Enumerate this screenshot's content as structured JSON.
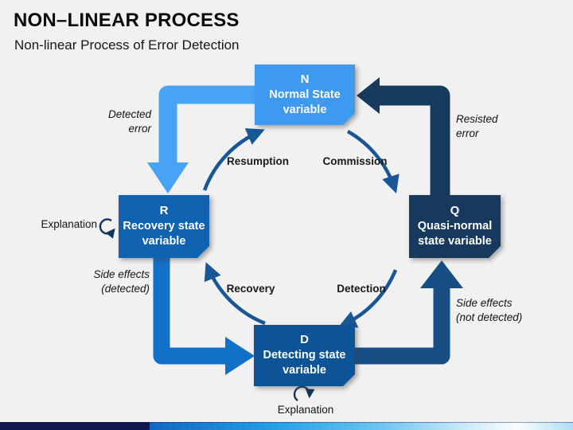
{
  "slide": {
    "title": "NON–LINEAR PROCESS",
    "subtitle": "Non-linear Process of Error Detection"
  },
  "nodes": {
    "normal": {
      "letter": "N",
      "lines": [
        "Normal State",
        "variable"
      ]
    },
    "recovery": {
      "letter": "R",
      "lines": [
        "Recovery state",
        "variable"
      ]
    },
    "quasi": {
      "letter": "Q",
      "lines": [
        "Quasi-normal",
        "state variable"
      ]
    },
    "detecting": {
      "letter": "D",
      "lines": [
        "Detecting state",
        "variable"
      ]
    }
  },
  "cycle_labels": {
    "resumption": "Resumption",
    "commission": "Commission",
    "recovery": "Recovery",
    "detection": "Detection"
  },
  "edge_labels": {
    "detected_error": [
      "Detected",
      "error"
    ],
    "resisted_error": [
      "Resisted",
      "error"
    ],
    "side_effects_detected": [
      "Side effects",
      "(detected)"
    ],
    "side_effects_not_detected": [
      "Side effects",
      "(not detected)"
    ],
    "explanation_left": "Explanation",
    "explanation_bottom": "Explanation"
  },
  "colors": {
    "background": "#F1F1F1",
    "normal_box": "#3E9AF0",
    "recovery_box": "#0E62B0",
    "quasi_box": "#17395E",
    "detecting_box": "#0C5497",
    "light_blue_arrow": "#48A3F4",
    "mid_blue_arrow": "#1370C8",
    "deep_blue_arrow": "#174F85",
    "navy_arrow": "#173A5F",
    "cycle_arc": "#185696",
    "loop_icon": "#14365C",
    "footer_navy": "#0E1950",
    "footer_gradient_start": "#1166C1"
  }
}
